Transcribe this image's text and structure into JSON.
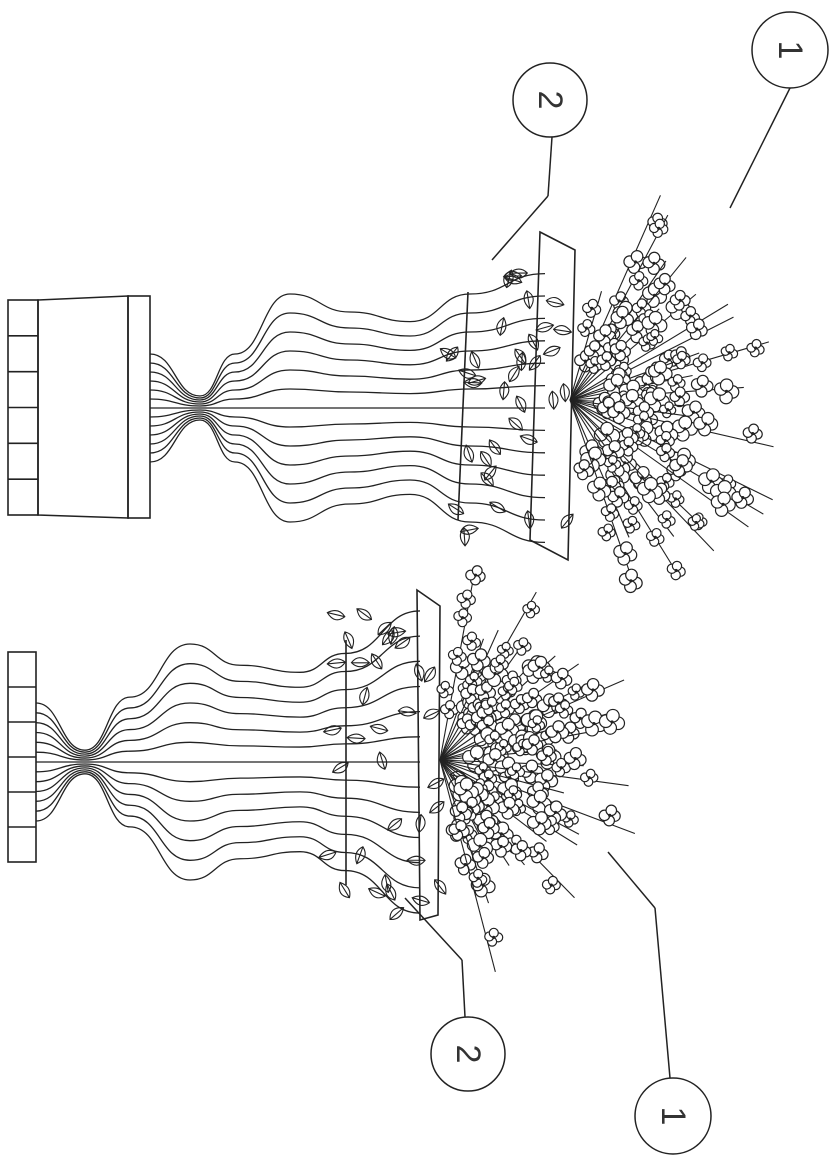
{
  "diagram": {
    "labels": [
      {
        "id": "top-1",
        "text": "1"
      },
      {
        "id": "top-2",
        "text": "2"
      },
      {
        "id": "bottom-2",
        "text": "2"
      },
      {
        "id": "bottom-1",
        "text": "1"
      }
    ]
  }
}
